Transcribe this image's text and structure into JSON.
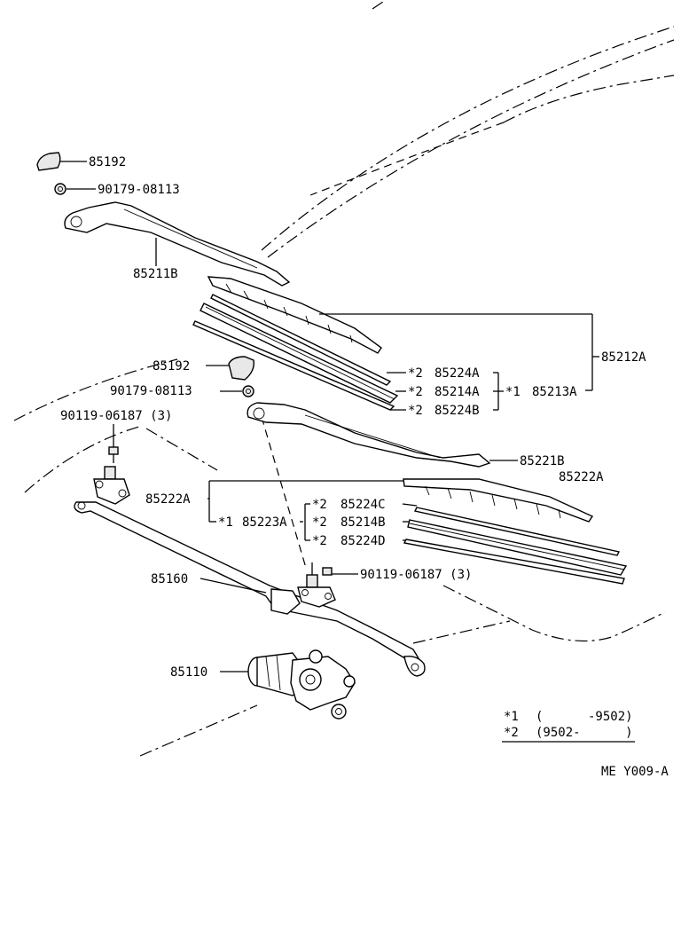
{
  "labels": {
    "l85192_top": "85192",
    "l90179_top": "90179-08113",
    "l85211B": "85211B",
    "l85212A": "85212A",
    "l85192_mid": "85192",
    "l90179_mid": "90179-08113",
    "l90119_top": "90119-06187 (3)",
    "l85224A_mark": "*2",
    "l85224A": "85224A",
    "l85214A_mark": "*2",
    "l85214A": "85214A",
    "l85213A_mark": "*1",
    "l85213A": "85213A",
    "l85224B_mark": "*2",
    "l85224B": "85224B",
    "l85221B": "85221B",
    "l85222A_right": "85222A",
    "l85222A_left": "85222A",
    "l85223A_mark": "*1",
    "l85223A": "85223A",
    "l85224C_mark": "*2",
    "l85224C": "85224C",
    "l85214B_mark": "*2",
    "l85214B": "85214B",
    "l85224D_mark": "*2",
    "l85224D": "85224D",
    "l85160": "85160",
    "l90119_mid": "90119-06187 (3)",
    "l85110": "85110"
  },
  "legend": {
    "row1_mark": "*1",
    "row1_text": "(      -9502)",
    "row2_mark": "*2",
    "row2_text": "(9502-      )"
  },
  "figure_code": "ME Y009-A"
}
